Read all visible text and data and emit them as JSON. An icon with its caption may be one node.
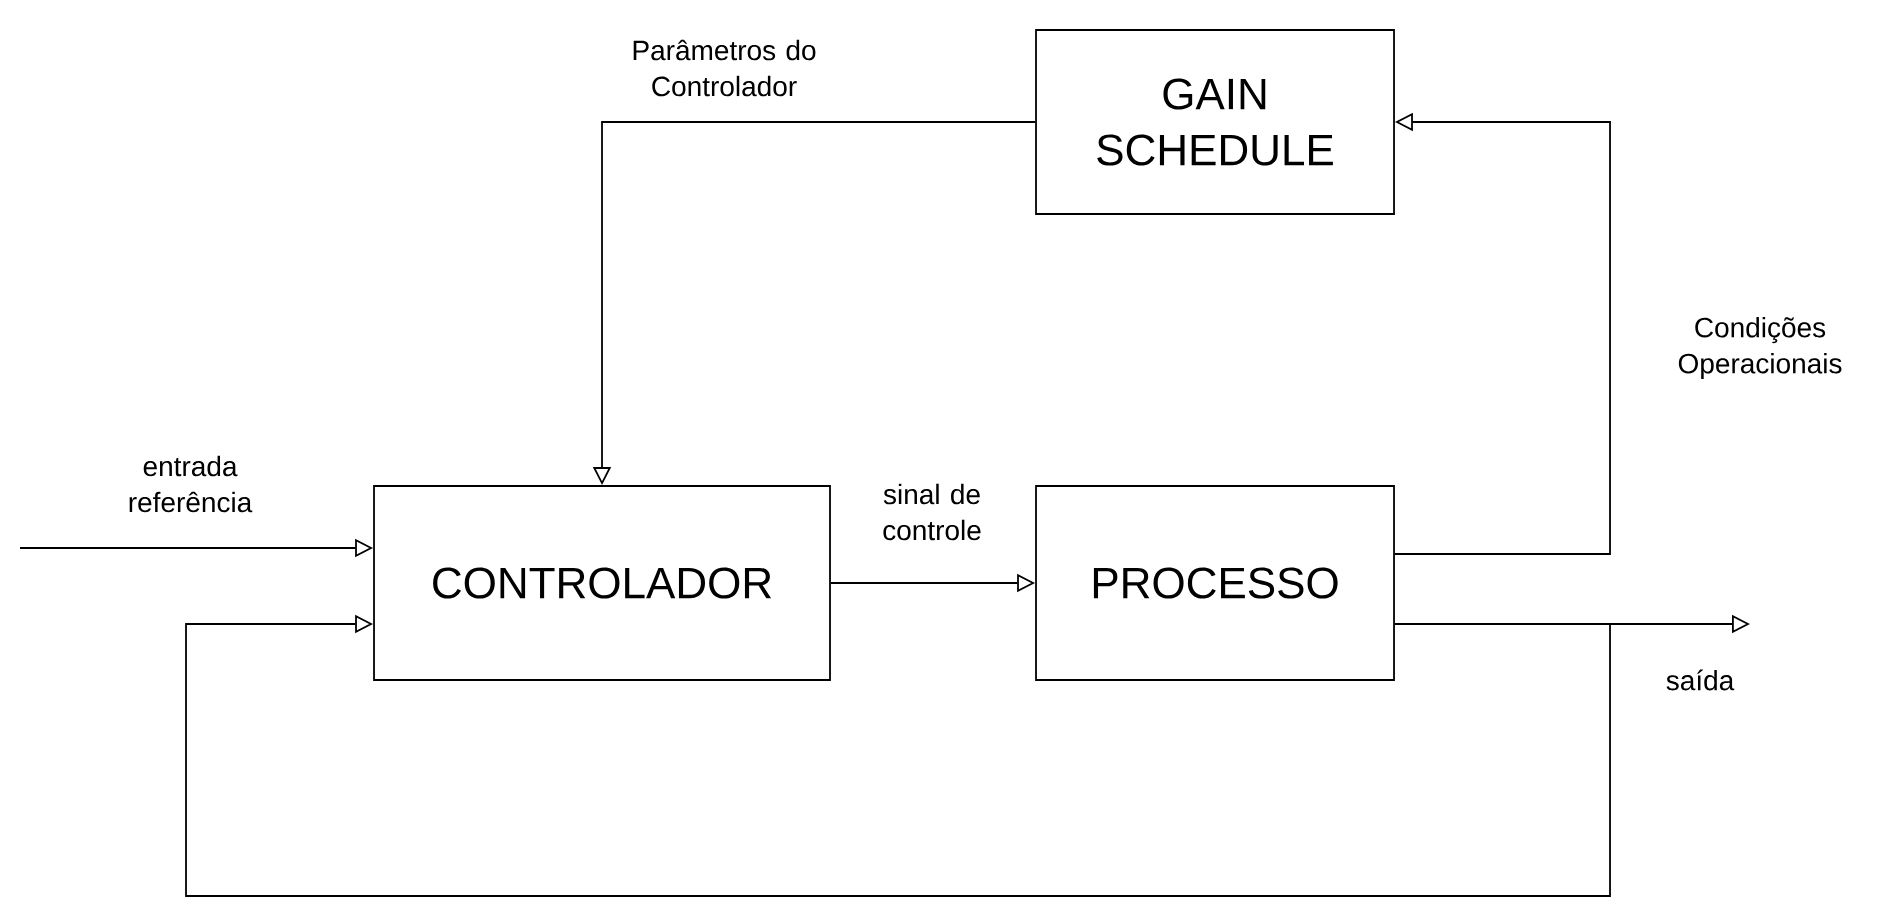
{
  "diagram": {
    "nodes": [
      {
        "text": [
          "GAIN SCHEDULE"
        ]
      },
      {
        "text": [
          "CONTROLADOR"
        ]
      },
      {
        "text": [
          "PROCESSO"
        ]
      }
    ],
    "edges": [
      {
        "from": null,
        "to": 1,
        "arrow": "to",
        "label": "entrada referência"
      },
      {
        "from": 1,
        "to": 2,
        "arrow": "to",
        "label": "sinal de controle"
      },
      {
        "from": 2,
        "to": 0,
        "arrow": "to",
        "label": "Condições Operacionais"
      },
      {
        "from": 0,
        "to": 1,
        "arrow": "to",
        "label": "Parâmetros do Controlador"
      },
      {
        "from": 2,
        "to": null,
        "arrow": "to",
        "label": "saída"
      },
      {
        "from": 2,
        "to": 1,
        "arrow": "to"
      }
    ]
  }
}
